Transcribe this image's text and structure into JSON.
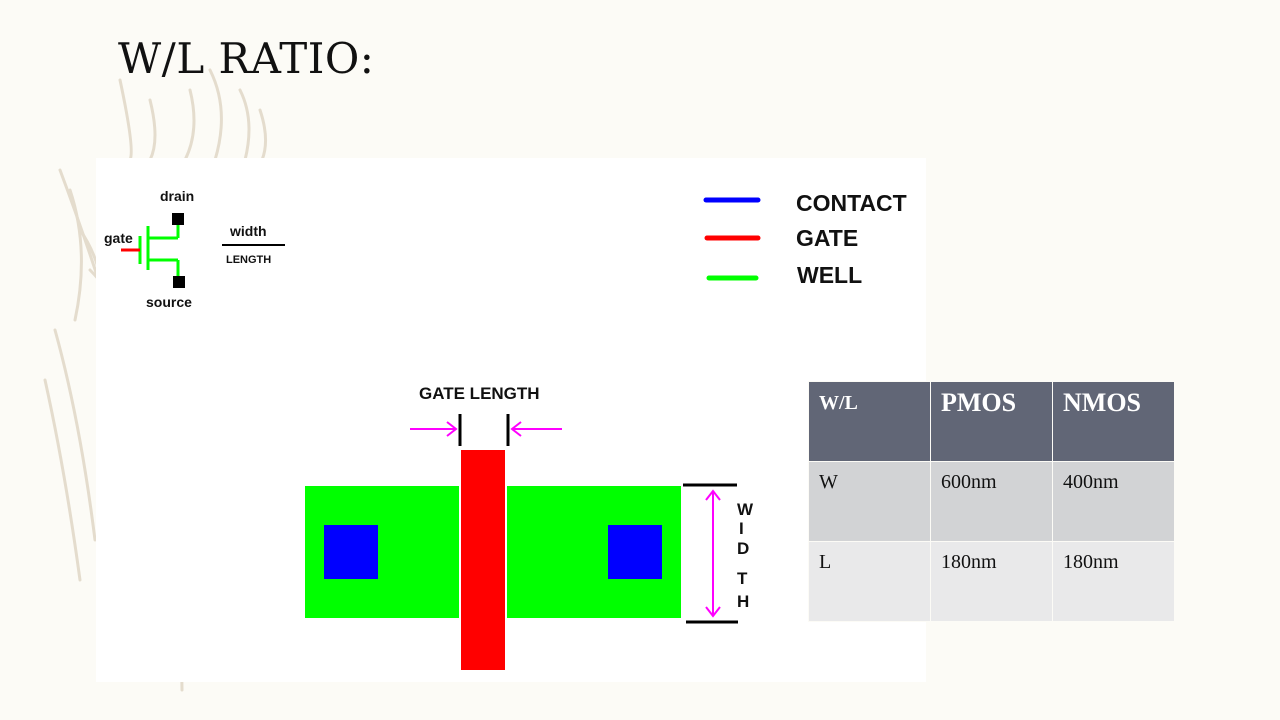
{
  "title": "W/L RATIO:",
  "symbol": {
    "drain_label": "drain",
    "gate_label": "gate",
    "source_label": "source",
    "ratio_top": "width",
    "ratio_bottom": "LENGTH"
  },
  "legend": [
    {
      "label": "CONTACT",
      "color": "#0000ff"
    },
    {
      "label": "GATE",
      "color": "#ff0000"
    },
    {
      "label": "WELL",
      "color": "#00ff00"
    }
  ],
  "layout": {
    "gate_length_label": "GATE LENGTH",
    "width_letters": [
      "W",
      "I",
      "D",
      "T",
      "H"
    ],
    "well_color": "#00ff00",
    "gate_color": "#ff0000",
    "contact_color": "#0000ff",
    "arrow_color": "#ff00ff"
  },
  "table": {
    "headers": [
      "W/L",
      "PMOS",
      "NMOS"
    ],
    "rows": [
      [
        "W",
        "600nm",
        "400nm"
      ],
      [
        "L",
        "180nm",
        "180nm"
      ]
    ]
  }
}
